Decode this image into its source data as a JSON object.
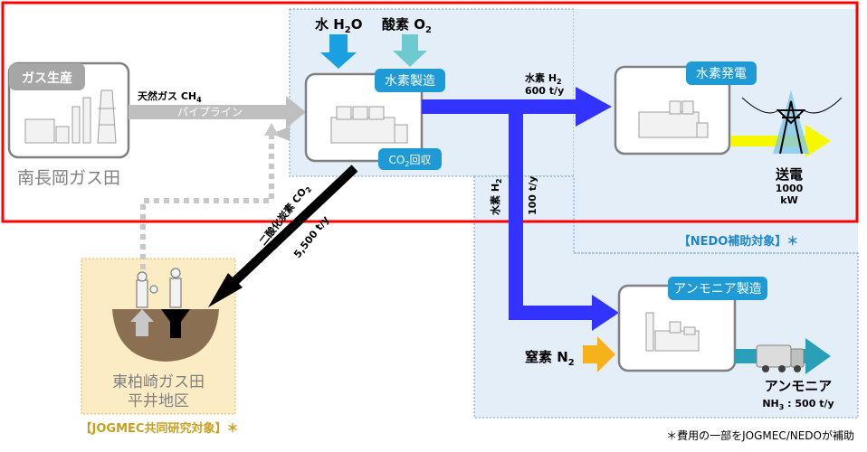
{
  "gas_production": {
    "badge": "ガス生産",
    "field_name": "南長岡ガス田",
    "gas_label": "天然ガス CH",
    "gas_sub": "4",
    "pipeline": "パイプライン"
  },
  "inputs": {
    "water": "水 H",
    "water_sub": "2",
    "water_tail": "O",
    "oxygen": "酸素 O",
    "oxygen_sub": "2"
  },
  "hydrogen_plant": {
    "badge": "水素製造",
    "co2_badge_a": "CO",
    "co2_badge_sub": "2",
    "co2_badge_b": "回収"
  },
  "h2_to_power": {
    "label": "水素 H",
    "sub": "2",
    "amount": "600 t/y"
  },
  "power_plant": {
    "badge": "水素発電",
    "output_label": "送電",
    "output_value": "1000",
    "output_unit": "kW"
  },
  "h2_to_ammonia": {
    "label": "水素 H",
    "sub": "2",
    "amount": "100 t/y"
  },
  "co2_flow": {
    "label": "二酸化炭素 CO",
    "sub": "2",
    "amount": "5,500 t/y"
  },
  "nedo": {
    "label": "【NEDO補助対象】＊"
  },
  "storage": {
    "field_line1": "東柏崎ガス田",
    "field_line2": "平井地区",
    "label": "【JOGMEC共同研究対象】＊"
  },
  "ammonia_plant": {
    "badge": "アンモニア製造",
    "nitrogen": "窒素 N",
    "nitrogen_sub": "2",
    "product": "アンモニア",
    "product_formula": "NH",
    "product_sub": "3",
    "product_amount": " : 500 t/y"
  },
  "footnote": "＊費用の一部をJOGMEC/NEDOが補助",
  "colors": {
    "red_frame": "#ff0000",
    "blue_flow": "#3333ff",
    "badge_blue": "#1e9ad6",
    "water_blue": "#1aa0e0",
    "oxygen_teal": "#6fc9d0",
    "nitrogen_orange": "#f5b21b",
    "power_yellow": "#f7f700",
    "storage_tan": "#fcecc4",
    "nedo_bg": "#e4eef8"
  }
}
